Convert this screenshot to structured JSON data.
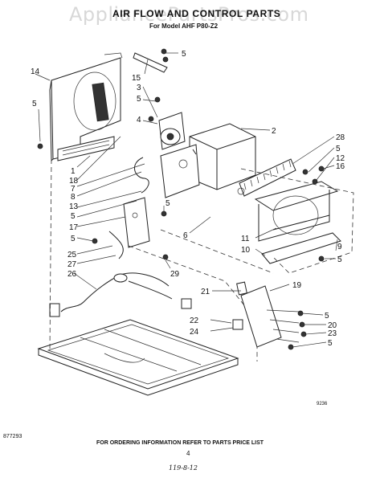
{
  "watermark": "AppliancePartsPros.com",
  "title": "AIR FLOW AND CONTROL PARTS",
  "subtitle": "For Model AHF P80-Z2",
  "footer_note": "FOR ORDERING INFORMATION REFER TO PARTS PRICE LIST",
  "page_number": "4",
  "handwritten_note": "119-8-12",
  "doc_code_left": "877293",
  "drawing_code": "9236",
  "callouts": {
    "c14": "14",
    "c15": "15",
    "c3": "3",
    "c5a": "5",
    "c5b": "5",
    "c5c": "5",
    "c4": "4",
    "c2": "2",
    "c28": "28",
    "c5d": "5",
    "c12": "12",
    "c16": "16",
    "c1": "1",
    "c18": "18",
    "c8": "8",
    "c7": "7",
    "c13": "13",
    "c5e": "5",
    "c17": "17",
    "c5f": "5",
    "c6": "6",
    "c11": "11",
    "c10": "10",
    "c9": "9",
    "c5g": "5",
    "c25": "25",
    "c27": "27",
    "c26": "26",
    "c29": "29",
    "c21": "21",
    "c19": "19",
    "c5h": "5",
    "c22": "22",
    "c20": "20",
    "c24": "24",
    "c23": "23",
    "c5i": "5",
    "c5j": "5"
  }
}
